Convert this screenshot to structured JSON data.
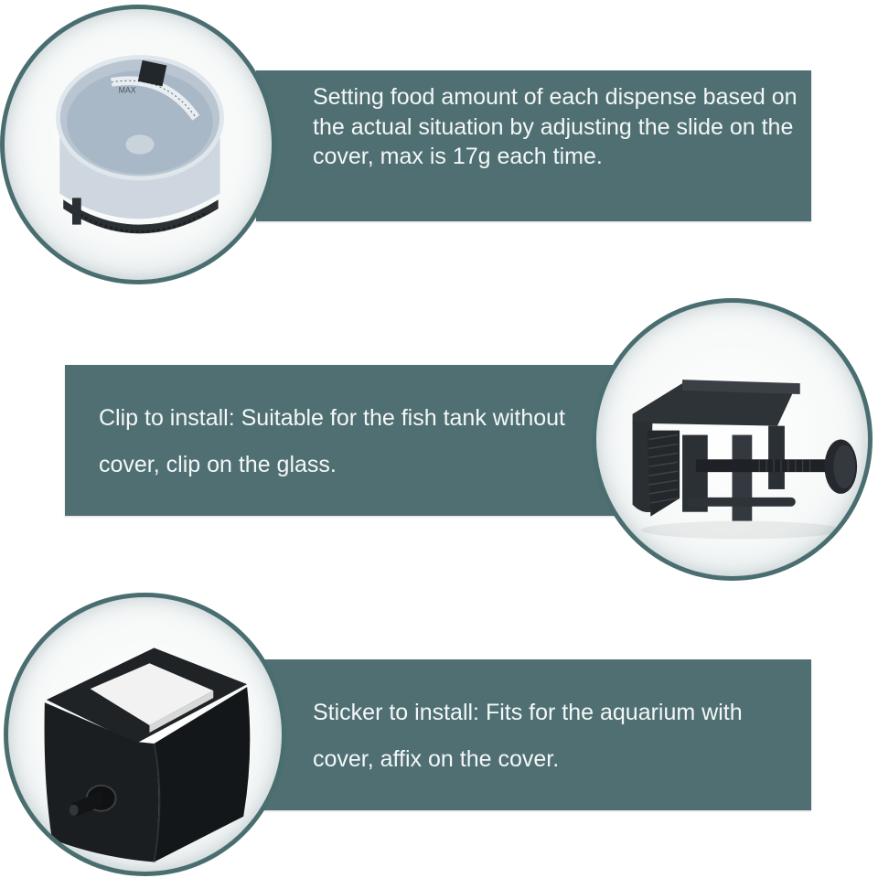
{
  "theme": {
    "banner_color": "#4f6f72",
    "ring_color": "#4a6e70",
    "text_color": "#f4f7f7",
    "background": "#ffffff"
  },
  "sections": [
    {
      "image": "transparent-feeder-drum-with-slide-cover",
      "image_detail_text": "MAX",
      "text": "Setting food amount of each dispense based on the actual situation by adjusting the slide on the cover,  max is 17g each time."
    },
    {
      "image": "tank-clip-mount-with-screw-knob",
      "text": "Clip to install: Suitable for the fish tank without cover, clip on the glass."
    },
    {
      "image": "black-feeder-body-with-sticker-pad",
      "text": "Sticker to install: Fits for the aquarium with cover, affix on the cover."
    }
  ]
}
